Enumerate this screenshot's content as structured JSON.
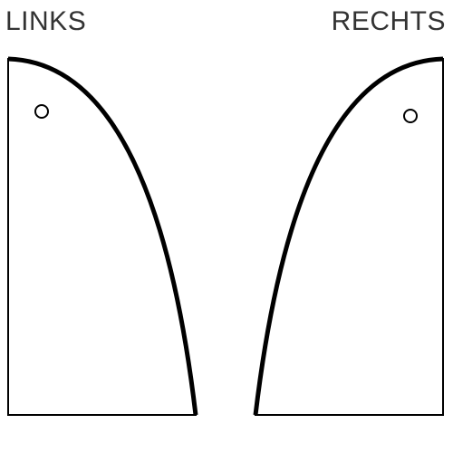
{
  "labels": {
    "left": "LINKS",
    "right": "RECHTS"
  },
  "colors": {
    "text": "#333333",
    "stroke": "#000000",
    "background": "#ffffff"
  },
  "shapes": {
    "left": {
      "name": "left-panel",
      "side": "left",
      "hole": true
    },
    "right": {
      "name": "right-panel",
      "side": "right",
      "hole": true
    }
  }
}
